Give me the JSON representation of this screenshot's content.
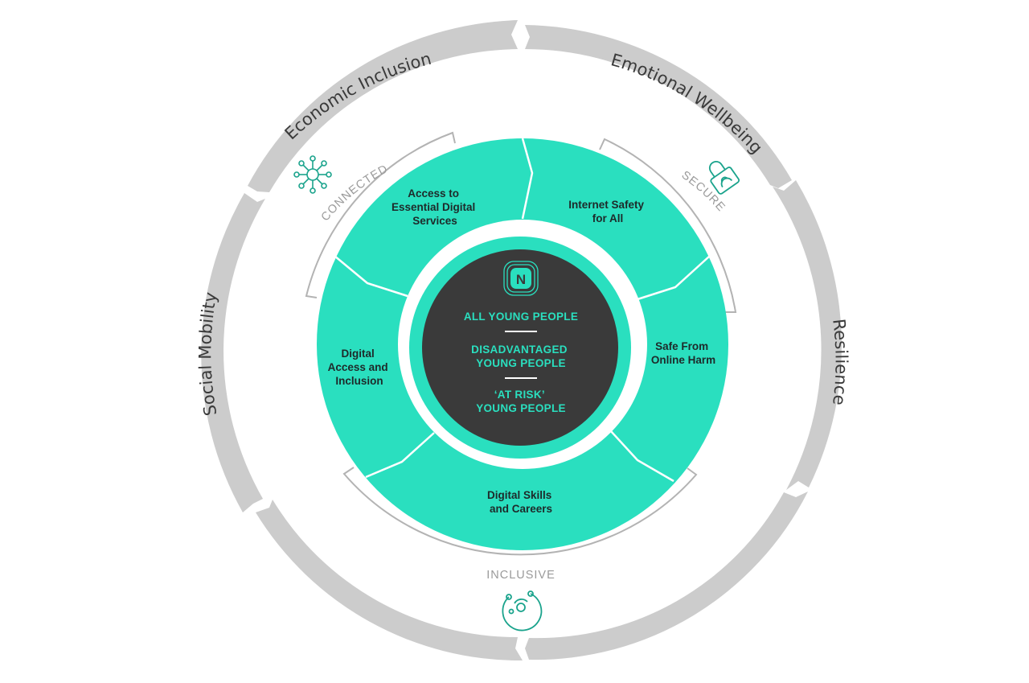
{
  "outer_ring": {
    "labels": [
      "Economic Inclusion",
      "Emotional Wellbeing",
      "Resilience",
      "Social Mobility"
    ]
  },
  "pillars": {
    "connected": "CONNECTED",
    "secure": "SECURE",
    "inclusive": "INCLUSIVE"
  },
  "segments": [
    {
      "lines": [
        "Access to",
        "Essential Digital",
        "Services"
      ]
    },
    {
      "lines": [
        "Internet Safety",
        "for All"
      ]
    },
    {
      "lines": [
        "Safe From",
        "Online Harm"
      ]
    },
    {
      "lines": [
        "Digital Skills",
        "and Careers"
      ]
    },
    {
      "lines": [
        "Digital",
        "Access and",
        "Inclusion"
      ]
    }
  ],
  "core": {
    "logo_letter": "N",
    "audiences": [
      {
        "lines": [
          "ALL YOUNG PEOPLE"
        ]
      },
      {
        "lines": [
          "DISADVANTAGED",
          "YOUNG PEOPLE"
        ]
      },
      {
        "lines": [
          "‘AT RISK’",
          "YOUNG PEOPLE"
        ]
      }
    ]
  },
  "icons": {
    "connected": "network-icon",
    "secure": "padlock-icon",
    "inclusive": "circuit-circle-icon"
  },
  "colors": {
    "teal": "#2adfbf",
    "dark_core": "#3a3a3a",
    "outer_ring": "#cccccc",
    "bracket": "#b3b3b3",
    "icon_teal": "#1aa38c"
  }
}
